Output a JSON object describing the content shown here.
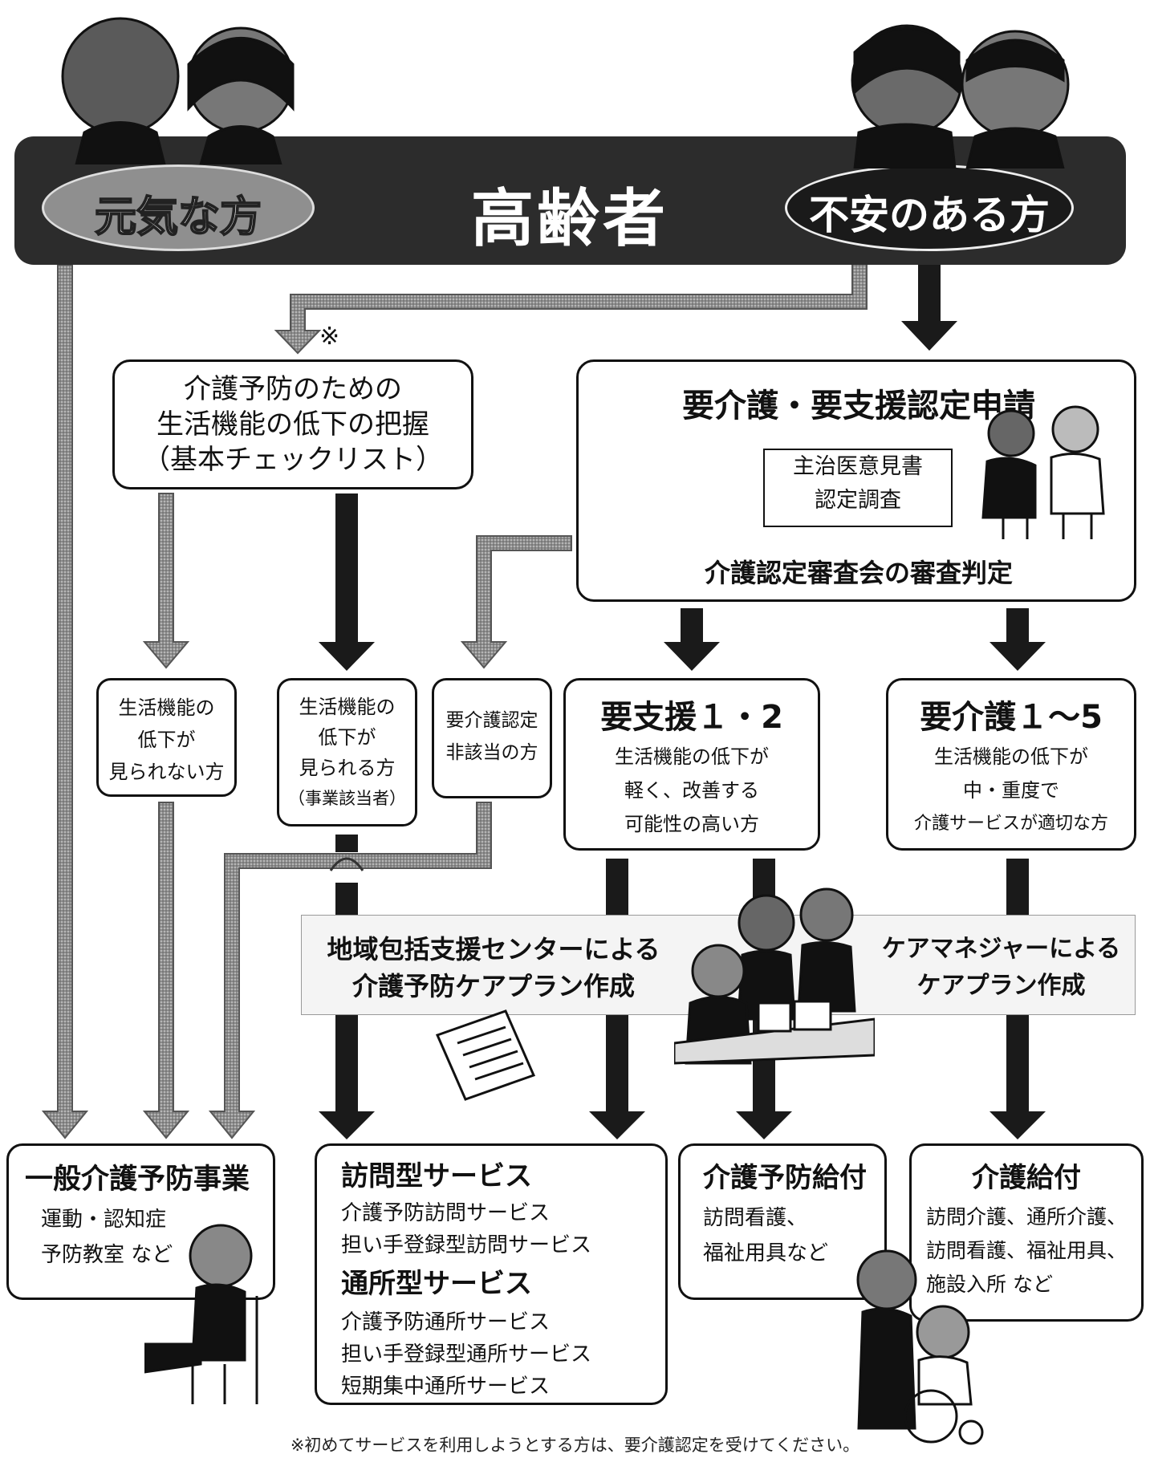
{
  "banner": {
    "center": "高齢者",
    "left_oval": "元気な方",
    "right_oval": "不安のある方"
  },
  "note_mark": "※",
  "checklist_box": {
    "lines": [
      "介護予防のための",
      "生活機能の低下の把握",
      "（基本チェックリスト）"
    ]
  },
  "application_box": {
    "title": "要介護・要支援認定申請",
    "inner_lines": [
      "主治医意見書",
      "認定調査"
    ],
    "bottom": "介護認定審査会の審査判定"
  },
  "result_boxes": {
    "not_seen": [
      "生活機能の",
      "低下が",
      "見られない方"
    ],
    "seen": [
      "生活機能の",
      "低下が",
      "見られる方",
      "（事業該当者）"
    ],
    "non_applicable": [
      "要介護認定",
      "非該当の方"
    ],
    "support": {
      "title": "要支援１・2",
      "lines": [
        "生活機能の低下が",
        "軽く、改善する",
        "可能性の高い方"
      ]
    },
    "care": {
      "title": "要介護１～5",
      "lines": [
        "生活機能の低下が",
        "中・重度で",
        "介護サービスが適切な方"
      ]
    }
  },
  "plan_band": {
    "left_lines": [
      "地域包括支援センターによる",
      "介護予防ケアプラン作成"
    ],
    "right_lines": [
      "ケアマネジャーによる",
      "ケアプラン作成"
    ]
  },
  "services": {
    "general": {
      "title": "一般介護予防事業",
      "lines": [
        "運動・認知症",
        "予防教室 など"
      ]
    },
    "visit": {
      "title1": "訪問型サービス",
      "items1": [
        "介護予防訪問サービス",
        "担い手登録型訪問サービス"
      ],
      "title2": "通所型サービス",
      "items2": [
        "介護予防通所サービス",
        "担い手登録型通所サービス",
        "短期集中通所サービス"
      ]
    },
    "prevention_benefit": {
      "title": "介護予防給付",
      "lines": [
        "訪問看護、",
        "福祉用具など"
      ]
    },
    "care_benefit": {
      "title": "介護給付",
      "lines": [
        "訪問介護、通所介護、",
        "訪問看護、福祉用具、",
        "施設入所 など"
      ]
    }
  },
  "footnote": "※初めてサービスを利用しようとする方は、要介護認定を受けてください。",
  "colors": {
    "banner": "#2c2c2c",
    "gray_arrow": "#9a9a9a",
    "black_arrow": "#1a1a1a",
    "band": "#f4f4f4"
  }
}
